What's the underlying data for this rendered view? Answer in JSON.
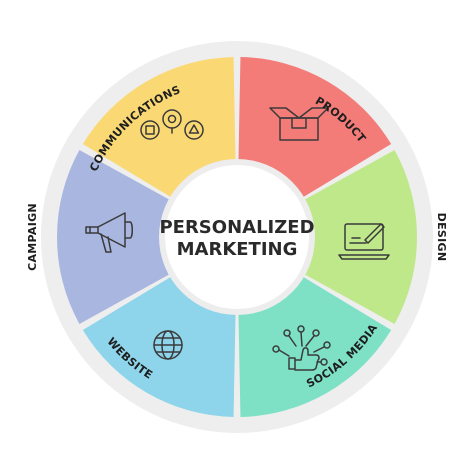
{
  "center": {
    "line1": "PERSONALIZED",
    "line2": "MARKETING"
  },
  "segments": [
    {
      "label": "PRODUCT",
      "color": "#F37B78",
      "icon": "box-icon"
    },
    {
      "label": "DESIGN",
      "color": "#BFE88A",
      "icon": "laptop-pen-icon"
    },
    {
      "label": "SOCIAL MEDIA",
      "color": "#7EE1C6",
      "icon": "thumbs-up-network-icon"
    },
    {
      "label": "WEBSITE",
      "color": "#8ED4EA",
      "icon": "globe-icon"
    },
    {
      "label": "CAMPAIGN",
      "color": "#A9B6E0",
      "icon": "megaphone-icon"
    },
    {
      "label": "COMMUNICATIONS",
      "color": "#FAD974",
      "icon": "chat-shapes-icon"
    }
  ],
  "colors": {
    "ring": "#EEEEEE",
    "center_fill": "#FFFFFF"
  }
}
